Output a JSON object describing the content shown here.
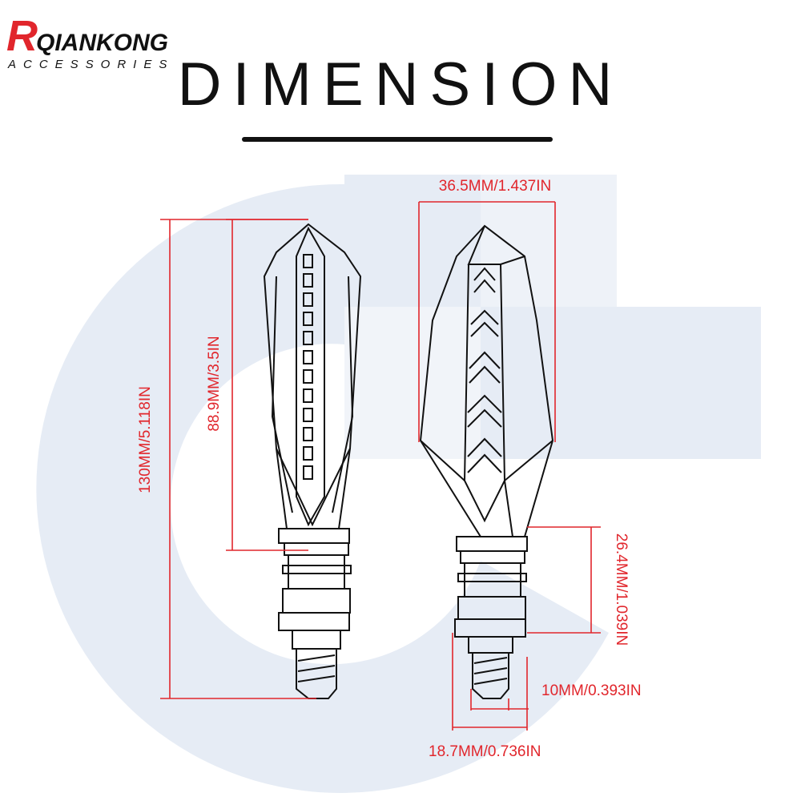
{
  "brand": {
    "logo_letter": "R",
    "logo_rest": "QIANKONG",
    "logo_subtitle": "ACCESSORIES",
    "accent_color": "#e1262c"
  },
  "title": "DIMENSION",
  "dimensions": {
    "total_length": "130MM/5.118IN",
    "lens_length": "88.9MM/3.5IN",
    "width": "36.5MM/1.437IN",
    "stem_length": "26.4MM/1.039IN",
    "thread_diameter": "10MM/0.393IN",
    "nut_width": "18.7MM/0.736IN"
  }
}
